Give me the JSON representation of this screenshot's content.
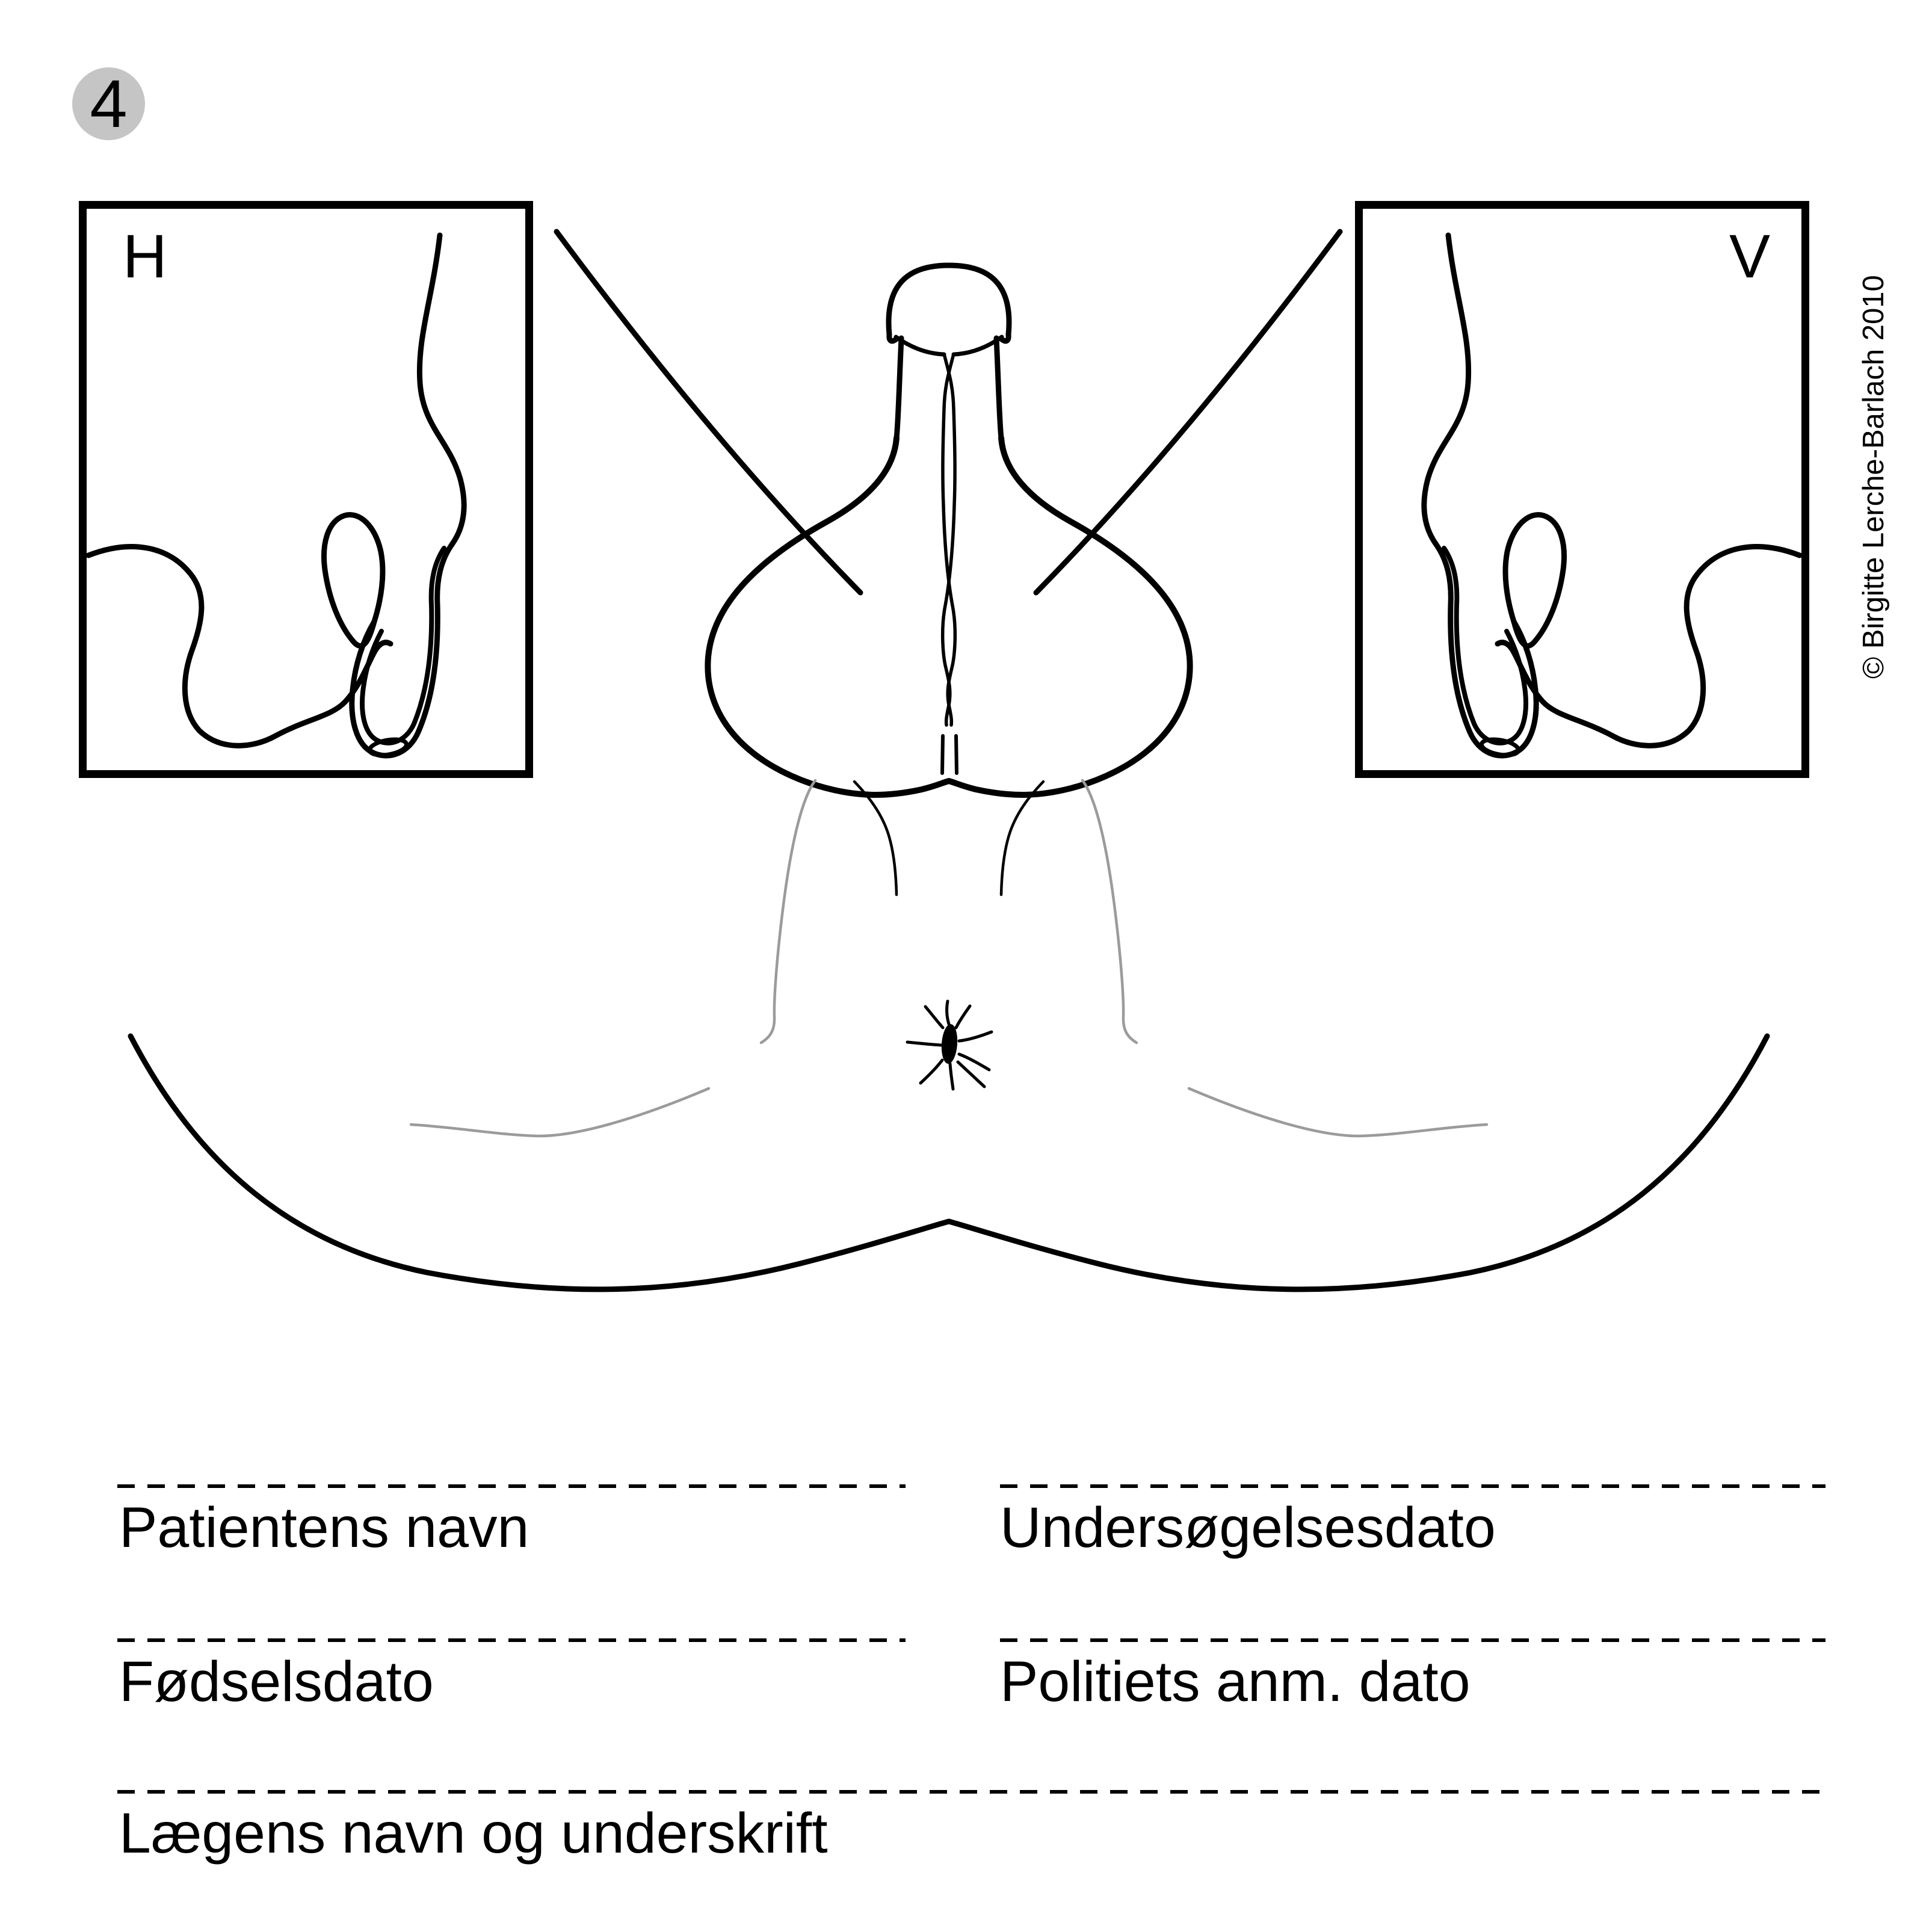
{
  "page": {
    "number": "4",
    "background_color": "#ffffff",
    "line_color": "#000000",
    "faint_line_color": "#9b9b9b",
    "badge_color": "#c5c5c5"
  },
  "panels": {
    "left_label": "H",
    "right_label": "V"
  },
  "copyright": {
    "text": "© Birgitte Lerche-Barlach 2010"
  },
  "form": {
    "fields": [
      {
        "label": "Patientens navn"
      },
      {
        "label": "Undersøgelsesdato"
      },
      {
        "label": "Fødselsdato"
      },
      {
        "label": "Politiets anm. dato"
      },
      {
        "label": "Lægens navn og underskrift"
      }
    ]
  }
}
